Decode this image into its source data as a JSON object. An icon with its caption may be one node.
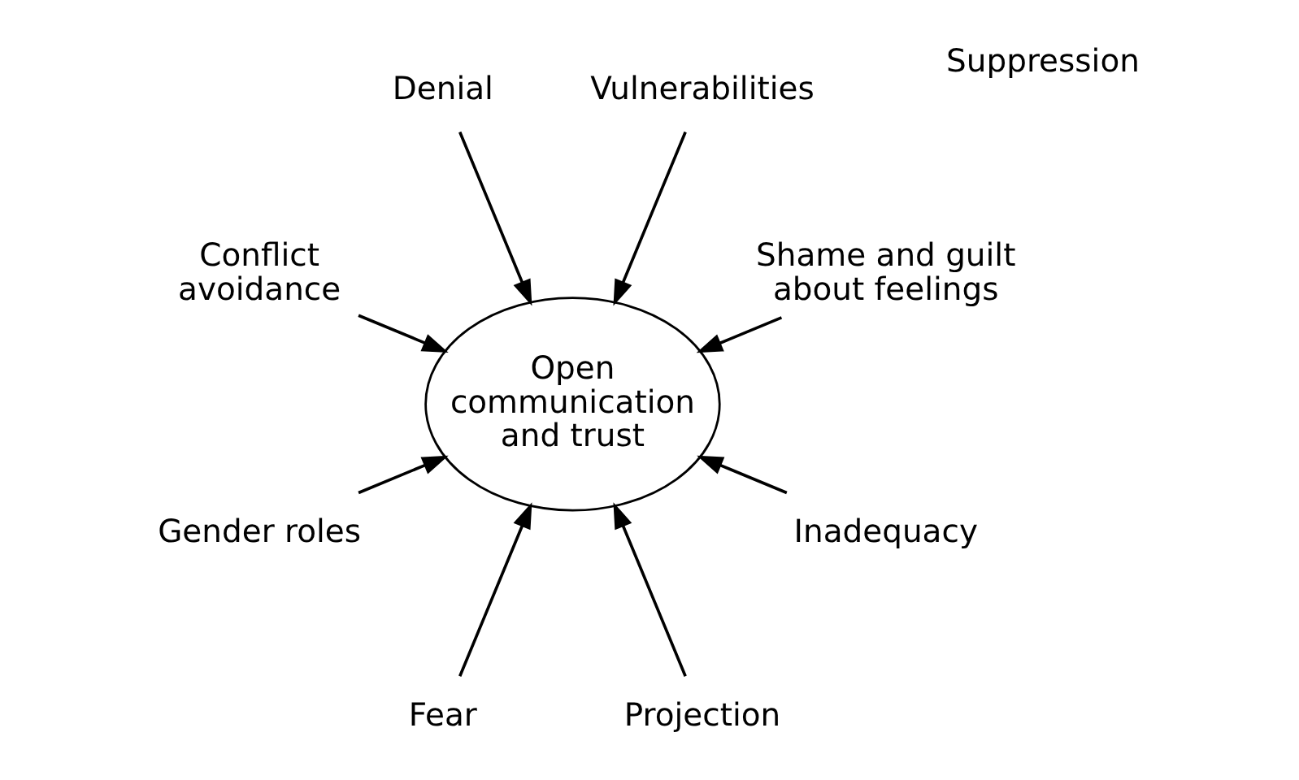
{
  "diagram": {
    "nodes": [
      {
        "text": [
          "Shame and guilt about feelings"
        ]
      },
      {
        "text": [
          "Vulnerabilities"
        ]
      },
      {
        "text": [
          "Denial"
        ]
      },
      {
        "text": [
          "Conflict avoidance"
        ]
      },
      {
        "text": [
          "Open communication and trust"
        ]
      },
      {
        "text": [
          "Gender roles"
        ]
      },
      {
        "text": [
          "Fear"
        ]
      },
      {
        "text": [
          "Projection"
        ]
      },
      {
        "text": [
          "Inadequacy"
        ]
      }
    ],
    "edges": [
      {
        "from": 0,
        "to": 4,
        "arrow": "to"
      },
      {
        "from": 1,
        "to": 4,
        "arrow": "to"
      },
      {
        "from": 3,
        "to": 4,
        "arrow": "to"
      },
      {
        "from": 5,
        "to": 4,
        "arrow": "to"
      },
      {
        "from": 8,
        "to": 4,
        "arrow": "to"
      },
      {
        "from": 7,
        "to": 4,
        "arrow": "to"
      },
      {
        "from": 6,
        "to": 4,
        "arrow": "to"
      },
      {
        "from": 2,
        "to": 4,
        "arrow": "to"
      }
    ],
    "labels": [
      "Suppression"
    ]
  }
}
